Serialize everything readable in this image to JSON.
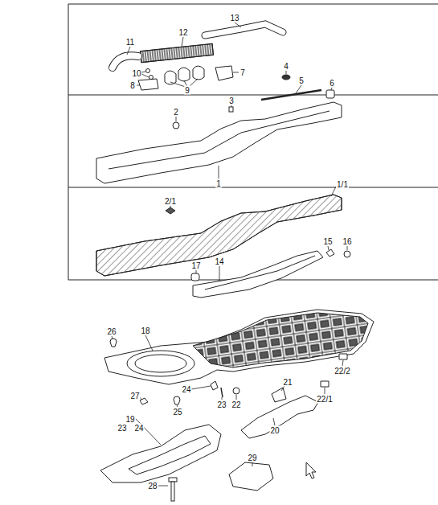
{
  "diagram": {
    "labels": [
      "13",
      "11",
      "12",
      "10",
      "7",
      "8",
      "9",
      "4",
      "5",
      "6",
      "2",
      "3",
      "1",
      "2/1",
      "1/1",
      "15",
      "16",
      "17",
      "14",
      "26",
      "18",
      "22/2",
      "21",
      "24",
      "23",
      "22",
      "27",
      "25",
      "22/1",
      "19",
      "23",
      "24",
      "20",
      "29",
      "28"
    ]
  }
}
